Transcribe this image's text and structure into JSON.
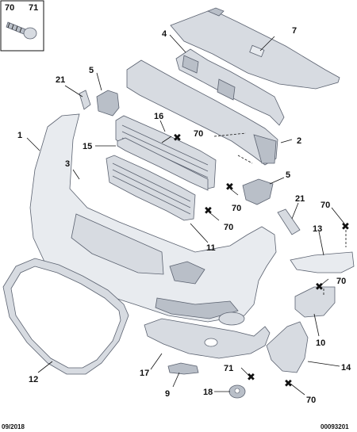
{
  "screw_box": {
    "labels": [
      "70",
      "71"
    ]
  },
  "callouts": {
    "c1": "1",
    "c2": "2",
    "c3": "3",
    "c4": "4",
    "c5a": "5",
    "c5b": "5",
    "c7": "7",
    "c9": "9",
    "c10": "10",
    "c11": "11",
    "c12": "12",
    "c13": "13",
    "c14": "14",
    "c15": "15",
    "c16": "16",
    "c17": "17",
    "c18": "18",
    "c21a": "21",
    "c21b": "21",
    "c70a": "70",
    "c70b": "70",
    "c70c": "70",
    "c70d": "70",
    "c70e": "70",
    "c70f": "70",
    "c71": "71"
  },
  "marker_glyph": "✖",
  "footer": {
    "date": "09/2018",
    "ref": "00093201"
  }
}
